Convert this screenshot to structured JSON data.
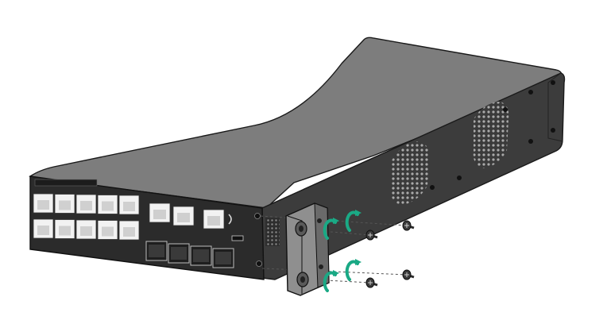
{
  "figure": {
    "kind": "installation-illustration",
    "description_text": ""
  },
  "colors": {
    "background": "#ffffff",
    "chassis_top": "#7b7b7b",
    "chassis_side": "#3a3a3a",
    "chassis_front": "#2e2e2e",
    "port_white": "#f2f2f2",
    "bracket": "#9a9a9a",
    "rotation_arrow": "#1aa985",
    "screw": "#2b2b2b",
    "guide_line": "#666666"
  },
  "components": {
    "device": "switch-chassis",
    "front_panel": "front-panel-ports",
    "bracket": "mounting-bracket",
    "screws": [
      "screw",
      "screw",
      "screw",
      "screw"
    ],
    "arrows": [
      "rotation-arrow",
      "rotation-arrow",
      "rotation-arrow",
      "rotation-arrow"
    ]
  },
  "ports": {
    "rj45_left_block_count": 10,
    "rj45_right_count": 3,
    "sfp_count": 4
  }
}
